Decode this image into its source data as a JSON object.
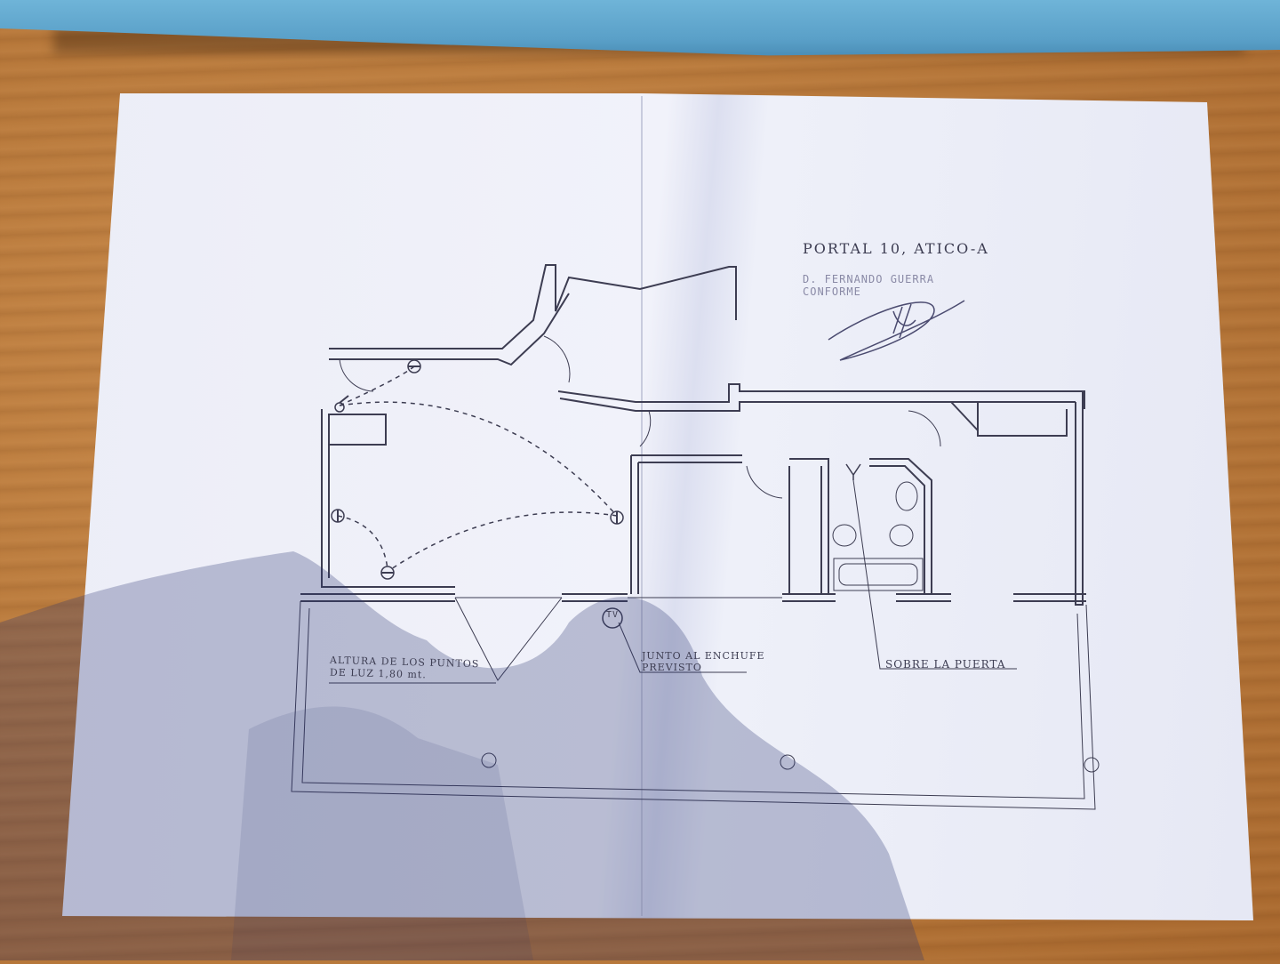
{
  "plan": {
    "title": "PORTAL 10, ATICO-A",
    "owner": "D. FERNANDO GUERRA",
    "agreement": "CONFORME",
    "tv_symbol": "TV",
    "notes": {
      "light_height_line1": "ALTURA DE LOS PUNTOS",
      "light_height_line2": "DE LUZ 1,80 mt.",
      "near_socket_line1": "JUNTO AL ENCHUFE",
      "near_socket_line2": "PREVISTO",
      "above_door": "SOBRE LA PUERTA"
    }
  },
  "colors": {
    "ink": "#3d3d52",
    "paper": "#eceef8",
    "table": "#b97a3c",
    "cloth": "#5aa0c8"
  },
  "icons": [
    "wall-light-icon",
    "ceiling-light-icon",
    "switch-icon",
    "tv-outlet-icon",
    "signature-icon"
  ]
}
